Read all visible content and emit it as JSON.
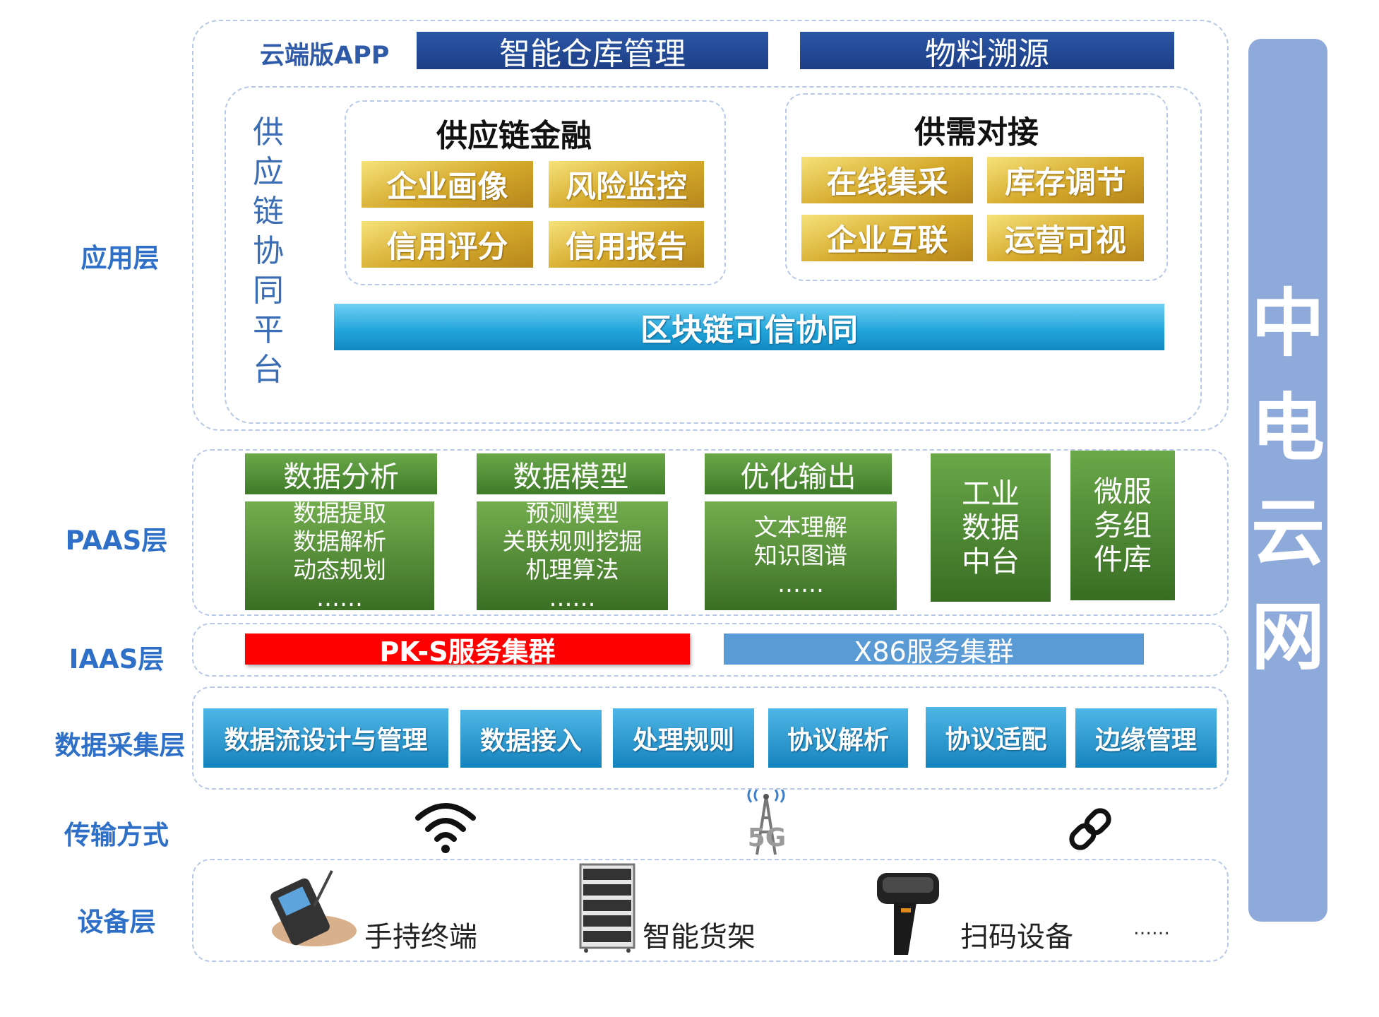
{
  "layers": {
    "application": "应用层",
    "paas": "PAAS层",
    "iaas": "IAAS层",
    "data_collection": "数据采集层",
    "transport": "传输方式",
    "device": "设备层"
  },
  "cloud_app": {
    "label": "云端版APP",
    "items": [
      "智能仓库管理",
      "物料溯源"
    ]
  },
  "platform_title_chars": [
    "供",
    "应",
    "链",
    "协",
    "同",
    "平",
    "台"
  ],
  "supply_finance": {
    "title": "供应链金融",
    "items": [
      "企业画像",
      "风险监控",
      "信用评分",
      "信用报告"
    ]
  },
  "supply_demand": {
    "title": "供需对接",
    "items": [
      "在线集采",
      "库存调节",
      "企业互联",
      "运营可视"
    ]
  },
  "blockchain": "区块链可信协同",
  "paas": {
    "columns": [
      {
        "header": "数据分析",
        "lines": [
          "数据提取",
          "数据解析",
          "动态规划",
          "……"
        ]
      },
      {
        "header": "数据模型",
        "lines": [
          "预测模型",
          "关联规则挖掘",
          "机理算法",
          "……"
        ]
      },
      {
        "header": "优化输出",
        "lines": [
          "文本理解",
          "知识图谱",
          "……"
        ]
      }
    ],
    "blocks": [
      {
        "lines": [
          "工业",
          "数据",
          "中台"
        ]
      },
      {
        "lines": [
          "微服",
          "务组",
          "件库"
        ]
      }
    ]
  },
  "iaas": {
    "items": [
      "PK-S服务集群",
      "X86服务集群"
    ],
    "colors": [
      "#ff0000",
      "#5b9bd5"
    ]
  },
  "data_collection": {
    "items": [
      "数据流设计与管理",
      "数据接入",
      "处理规则",
      "协议解析",
      "协议适配",
      "边缘管理"
    ]
  },
  "transport": {
    "icons": [
      "wifi-icon",
      "5g-tower-icon",
      "link-icon"
    ],
    "labels": [
      "5G"
    ]
  },
  "devices": {
    "items": [
      {
        "label": "手持终端",
        "icon": "handheld-terminal-icon"
      },
      {
        "label": "智能货架",
        "icon": "smart-shelf-icon"
      },
      {
        "label": "扫码设备",
        "icon": "barcode-scanner-icon"
      }
    ],
    "more": "……"
  },
  "side_banner": {
    "chars": [
      "中",
      "电",
      "云",
      "网"
    ],
    "color": "#8eaadb"
  }
}
